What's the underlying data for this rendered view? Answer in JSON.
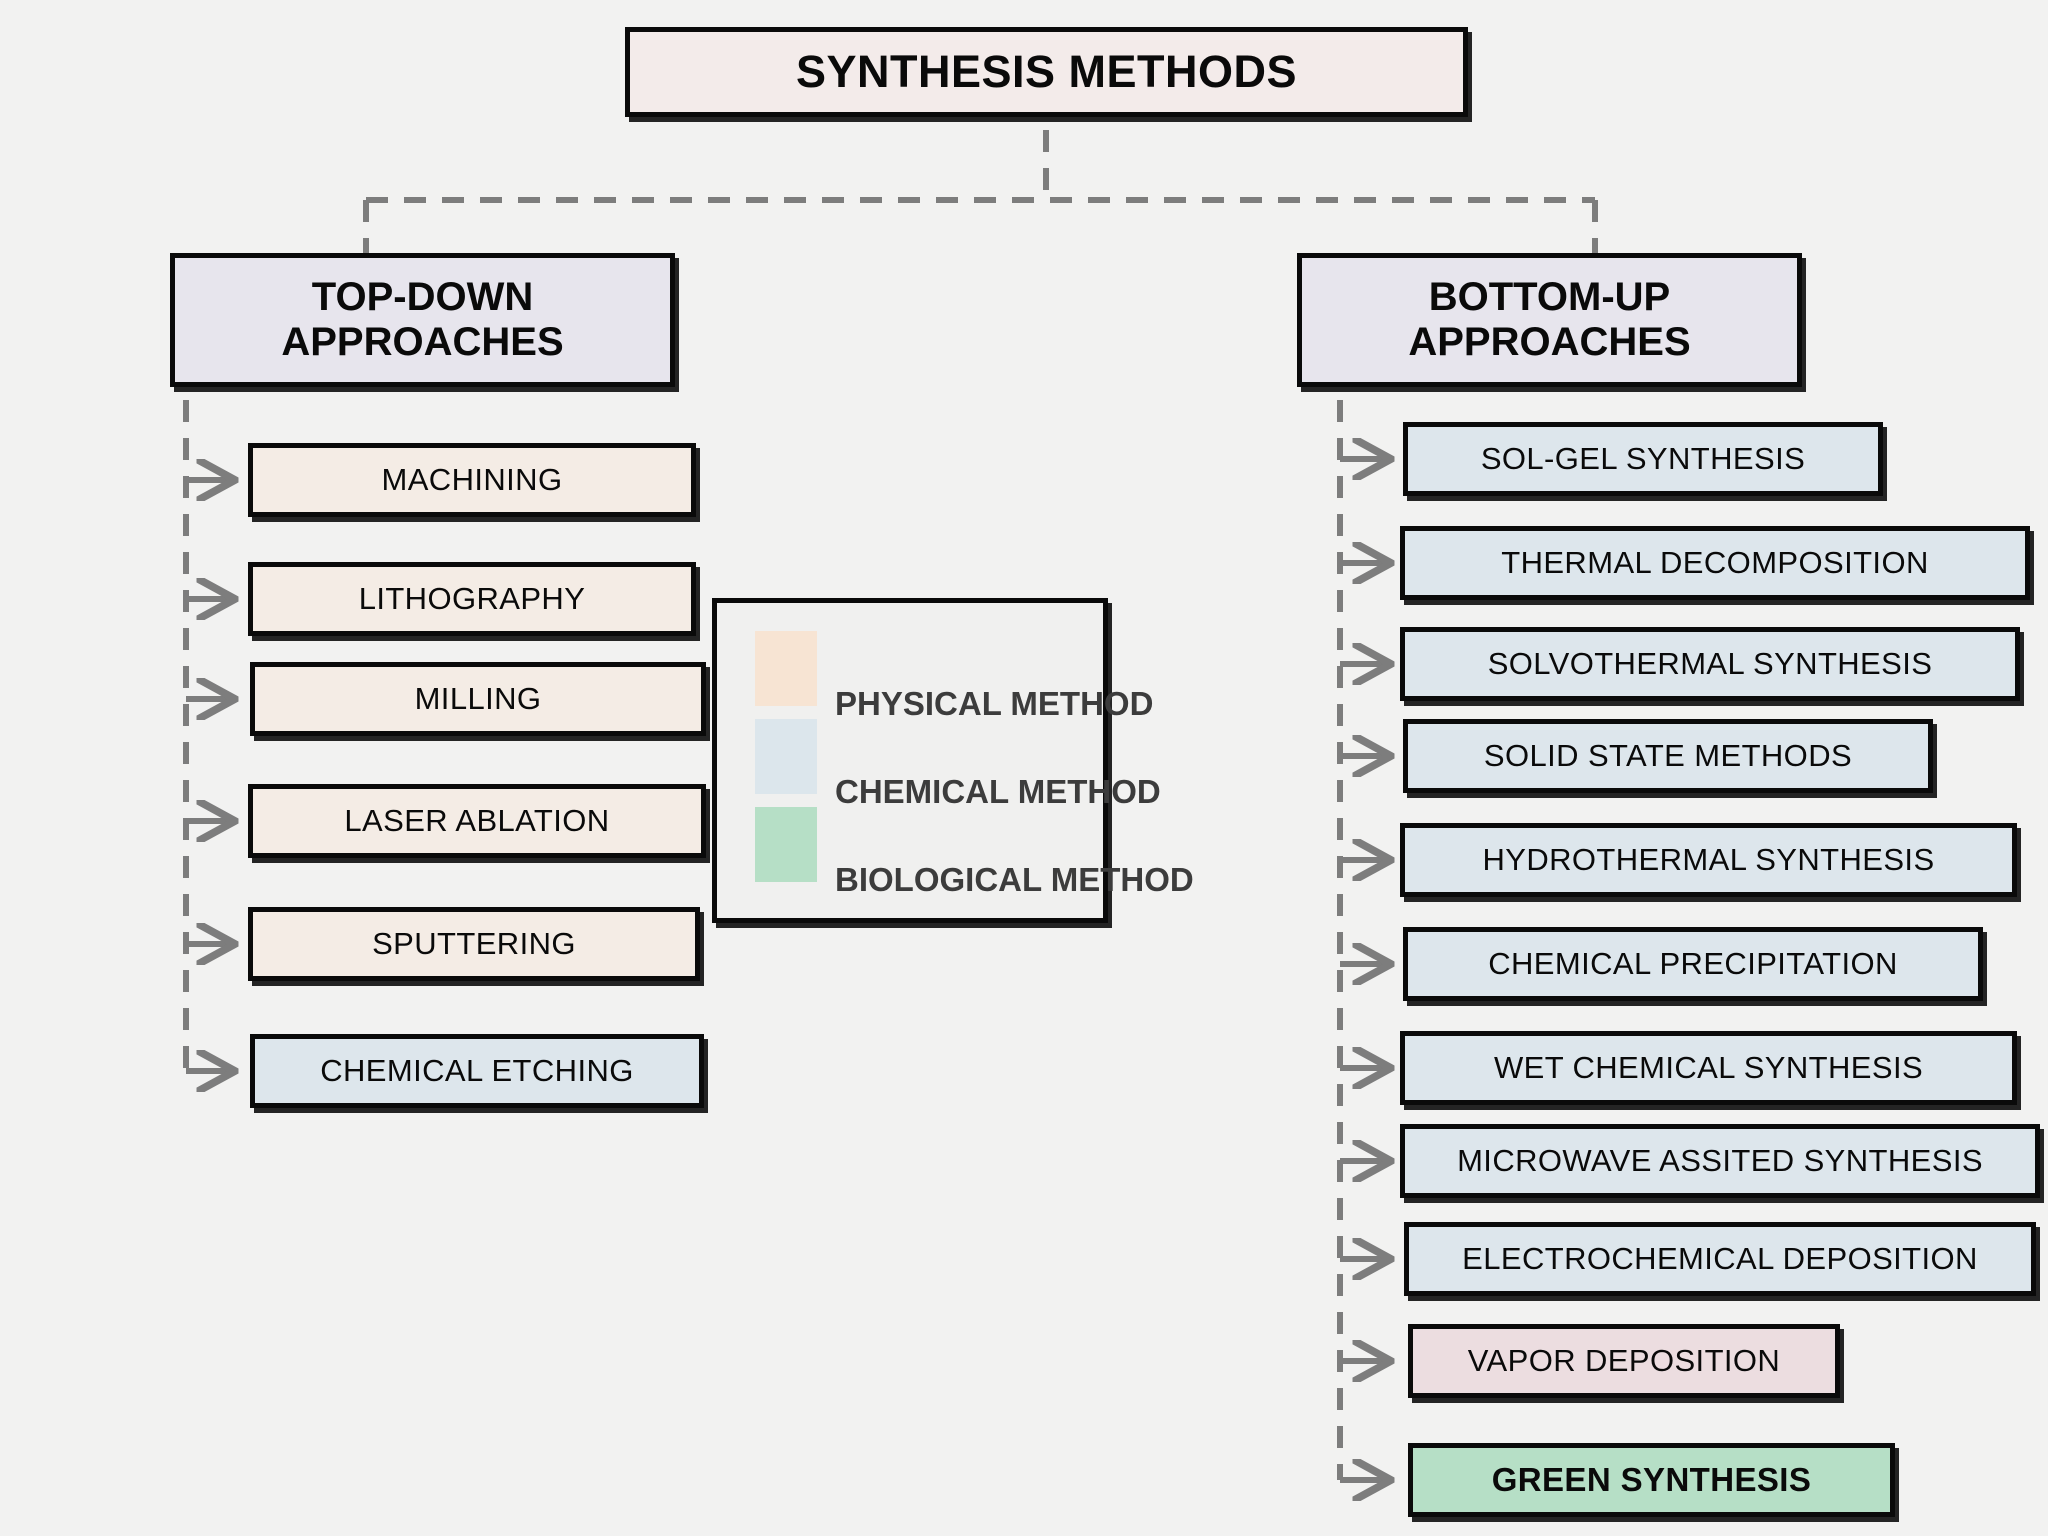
{
  "diagram": {
    "title": "SYNTHESIS METHODS",
    "background_color": "#f2f2f1",
    "branches": [
      {
        "id": "top-down",
        "label": "TOP-DOWN\nAPPROACHES"
      },
      {
        "id": "bottom-up",
        "label": "BOTTOM-UP\nAPPROACHES"
      }
    ],
    "top_down_items": [
      {
        "label": "MACHINING",
        "method": "physical"
      },
      {
        "label": "LITHOGRAPHY",
        "method": "physical"
      },
      {
        "label": "MILLING",
        "method": "physical"
      },
      {
        "label": "LASER ABLATION",
        "method": "physical"
      },
      {
        "label": "SPUTTERING",
        "method": "physical"
      },
      {
        "label": "CHEMICAL ETCHING",
        "method": "chemical"
      }
    ],
    "bottom_up_items": [
      {
        "label": "SOL-GEL SYNTHESIS",
        "method": "chemical"
      },
      {
        "label": "THERMAL DECOMPOSITION",
        "method": "chemical"
      },
      {
        "label": "SOLVOTHERMAL SYNTHESIS",
        "method": "chemical"
      },
      {
        "label": "SOLID STATE METHODS",
        "method": "chemical"
      },
      {
        "label": "HYDROTHERMAL SYNTHESIS",
        "method": "chemical"
      },
      {
        "label": "CHEMICAL PRECIPITATION",
        "method": "chemical"
      },
      {
        "label": "WET CHEMICAL SYNTHESIS",
        "method": "chemical"
      },
      {
        "label": "MICROWAVE ASSITED SYNTHESIS",
        "method": "chemical"
      },
      {
        "label": "ELECTROCHEMICAL DEPOSITION",
        "method": "chemical"
      },
      {
        "label": "VAPOR DEPOSITION",
        "method": "vapor"
      },
      {
        "label": "GREEN SYNTHESIS",
        "method": "biological",
        "emphasis": "bold"
      }
    ],
    "legend": {
      "items": [
        {
          "label": "PHYSICAL METHOD",
          "color": "#f7e4d3"
        },
        {
          "label": "CHEMICAL METHOD",
          "color": "#dce6ec"
        },
        {
          "label": "BIOLOGICAL METHOD",
          "color": "#b6dfc6"
        }
      ]
    },
    "colors": {
      "root_fill": "#f3ebea",
      "branch_fill": "#e7e5ed",
      "physical_fill": "#f4ece5",
      "chemical_fill": "#dde6ec",
      "biological_fill": "#b6dfc6",
      "vapor_fill": "#ecdde0",
      "connector": "#7d7d7d",
      "outline": "#0a0a0a"
    }
  }
}
